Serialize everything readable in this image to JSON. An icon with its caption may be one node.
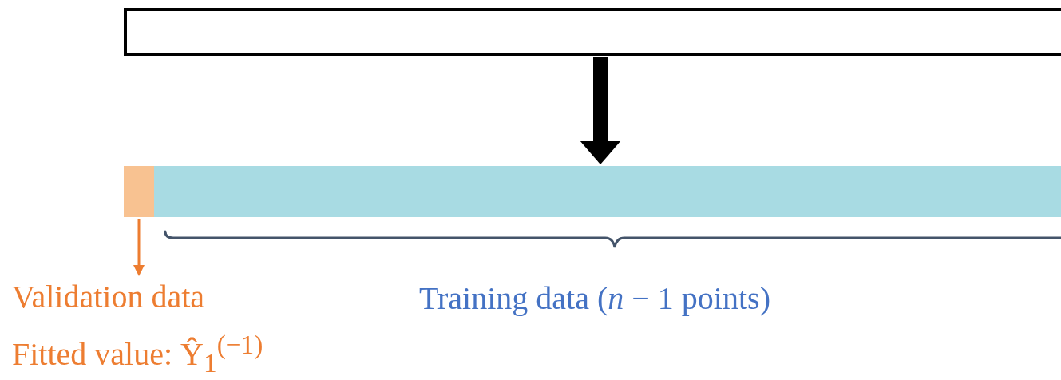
{
  "diagram": {
    "nodes": [
      {
        "text": [],
        "shape": "box"
      },
      {
        "text": [],
        "shape": "bar"
      },
      {
        "text": [],
        "shape": "bar"
      },
      {
        "text": [
          "Validation data",
          "Fitted value: Ŷ$_{1}$$^{(−1)}$"
        ]
      }
    ],
    "edges": [
      {
        "from": 0,
        "to": 2,
        "arrow": "to",
        "style": "thick",
        "color": "#000000"
      },
      {
        "from": 1,
        "to": 3,
        "arrow": "to",
        "color": "#ed7d31"
      }
    ],
    "labels": [
      "Training data (*n* − 1 points)"
    ]
  }
}
